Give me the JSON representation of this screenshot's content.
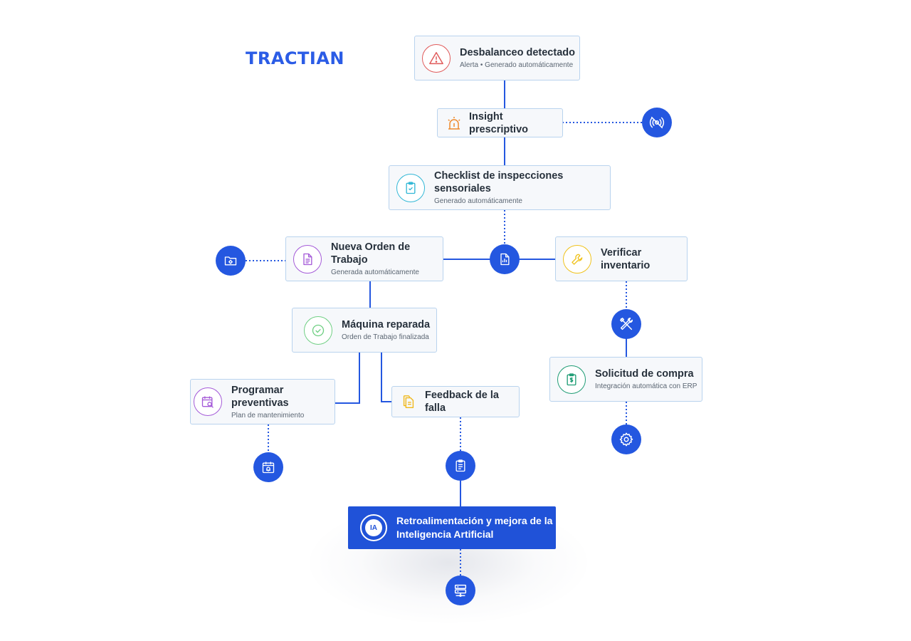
{
  "brand": {
    "logo_text": "TRACTIAN"
  },
  "colors": {
    "accent": "#2457e0",
    "red": "#e05a5a",
    "orange": "#ef8a2c",
    "cyan": "#31b7d6",
    "purple": "#a45ad8",
    "yellow": "#f0c21b",
    "green": "#6fcf83",
    "teal": "#1e9c74"
  },
  "nodes": {
    "desbalanceo": {
      "title": "Desbalanceo detectado",
      "subtitle": "Alerta • Generado automáticamente",
      "icon": "warning-icon"
    },
    "insight": {
      "title": "Insight prescriptivo",
      "icon": "siren-icon"
    },
    "checklist": {
      "title": "Checklist de inspecciones sensoriales",
      "subtitle": "Generado automáticamente",
      "icon": "clipboard-check-icon"
    },
    "orden": {
      "title": "Nueva Orden de Trabajo",
      "subtitle": "Generada automáticamente",
      "icon": "document-icon"
    },
    "inventario": {
      "title": "Verificar inventario",
      "icon": "wrench-icon"
    },
    "maquina": {
      "title": "Máquina reparada",
      "subtitle": "Orden de Trabajo finalizada",
      "icon": "check-circle-icon"
    },
    "compra": {
      "title": "Solicitud de compra",
      "subtitle": "Integración automática con ERP",
      "icon": "clipboard-dollar-icon"
    },
    "preventivas": {
      "title": "Programar preventivas",
      "subtitle": "Plan de mantenimiento",
      "icon": "calendar-search-icon"
    },
    "feedback": {
      "title": "Feedback de la falla",
      "icon": "documents-icon"
    },
    "ia": {
      "title_line1": "Retroalimentación y mejora de la",
      "title_line2": "Inteligencia Artificial",
      "badge": "IA",
      "icon": "ai-refresh-icon"
    }
  },
  "connector_icons": [
    "sensor-waves-icon",
    "folder-gear-icon",
    "report-icon",
    "tools-icon",
    "gear-icon",
    "calendar-bell-icon",
    "clipboard-list-icon",
    "server-icon"
  ]
}
